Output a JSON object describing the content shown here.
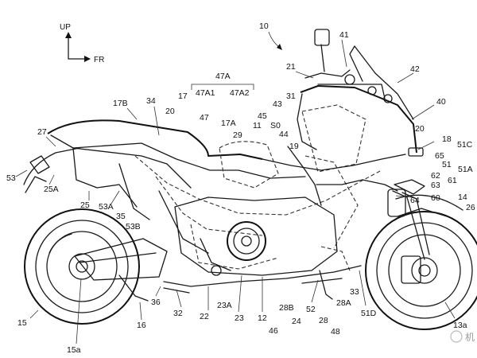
{
  "orientation": {
    "up": "UP",
    "forward": "FR"
  },
  "figure_number": "10",
  "group_label": "47A",
  "subgroup_labels": [
    "47A1",
    "47A2"
  ],
  "reference_labels": [
    "15",
    "15a",
    "16",
    "17B",
    "34",
    "20",
    "17",
    "47",
    "17A",
    "27",
    "53",
    "25A",
    "25",
    "53A",
    "35",
    "53B",
    "36",
    "32",
    "22",
    "23A",
    "23",
    "12",
    "46",
    "28B",
    "52",
    "24",
    "28",
    "48",
    "28A",
    "33",
    "51D",
    "13a",
    "29",
    "11",
    "S0",
    "45",
    "44",
    "43",
    "31",
    "19",
    "21",
    "41",
    "42",
    "40",
    "18",
    "51C",
    "65",
    "51",
    "51A",
    "62",
    "61",
    "63",
    "60",
    "14",
    "64",
    "20",
    "26"
  ],
  "watermark": "机"
}
